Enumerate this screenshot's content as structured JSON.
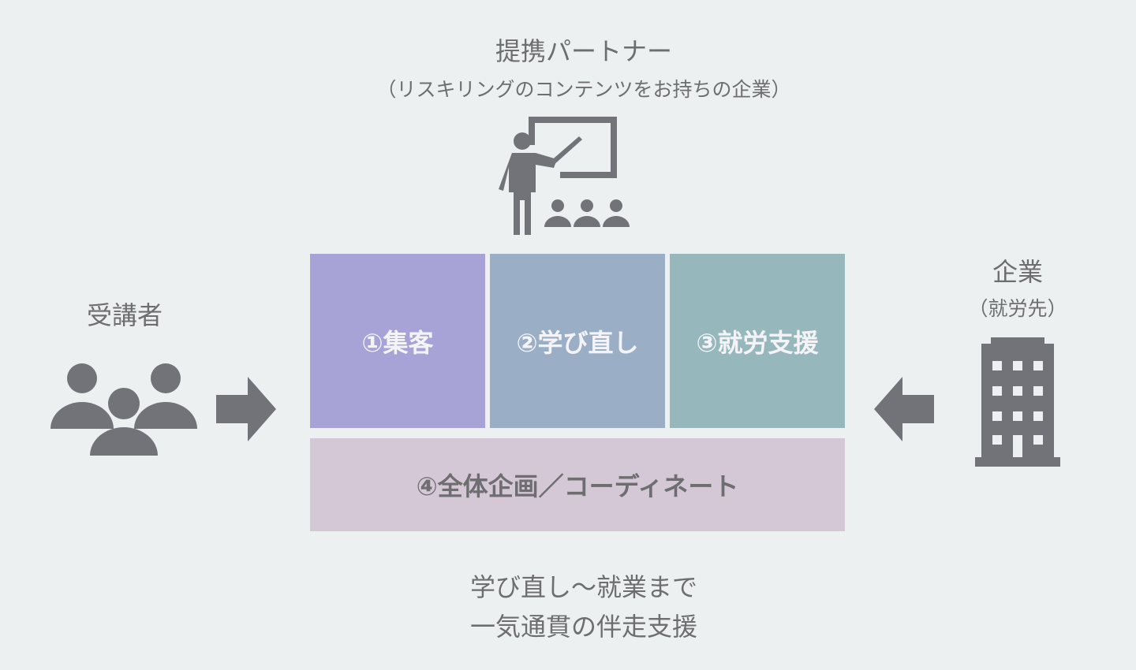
{
  "partner": {
    "title": "提携パートナー",
    "subtitle": "（リスキリングのコンテンツをお持ちの企業）"
  },
  "learner": {
    "label": "受講者"
  },
  "company": {
    "label": "企業",
    "subtitle": "（就労先）"
  },
  "services": {
    "item1": "①集客",
    "item2": "②学び直し",
    "item3": "③就労支援",
    "item4": "④全体企画／コーディネート"
  },
  "footer": {
    "line1": "学び直し～就業まで",
    "line2": "一気通貫の伴走支援"
  },
  "colors": {
    "background": "#ecf0f1",
    "icon": "#727378",
    "box1": "#a7a3d7",
    "box2": "#9aafc5",
    "box3": "#96b8bc",
    "box4": "#d4c8d7"
  },
  "icons": {
    "partner": "teacher-presentation-icon",
    "learner": "people-group-icon",
    "company": "office-building-icon",
    "learner_arrow": "arrow-right-icon",
    "company_arrow": "arrow-left-icon"
  }
}
